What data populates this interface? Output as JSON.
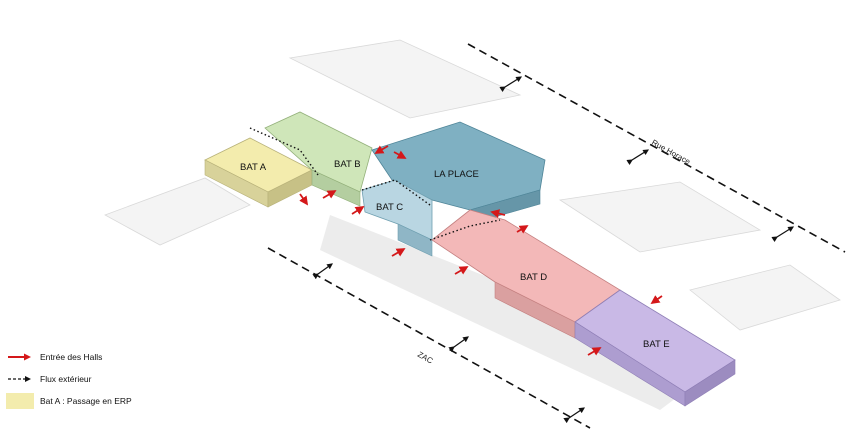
{
  "buildings": {
    "bat_a": "BAT A",
    "bat_b": "BAT B",
    "bat_c": "BAT C",
    "la_place": "LA PLACE",
    "bat_d": "BAT D",
    "bat_e": "BAT E"
  },
  "streets": {
    "rue_horace": "Rue Horace",
    "zac": "ZAC"
  },
  "legend": {
    "items": [
      {
        "symbol": "red-arrow",
        "label": "Entrée des Halls",
        "color": "#d4181a"
      },
      {
        "symbol": "dashed-double-arrow",
        "label": "Flux extérieur",
        "color": "#111111"
      },
      {
        "symbol": "yellow-swatch",
        "label": "Bat A : Passage en ERP",
        "color": "#f3ecad"
      }
    ]
  },
  "colors": {
    "bat_a": "#f3ecad",
    "bat_b": "#cfe6b9",
    "bat_c": "#b9d6e2",
    "la_place": "#7fb0c2",
    "bat_d": "#f3b8b8",
    "bat_e": "#c9b9e6",
    "entry_arrow": "#d4181a",
    "context": "#e9e9e9"
  }
}
